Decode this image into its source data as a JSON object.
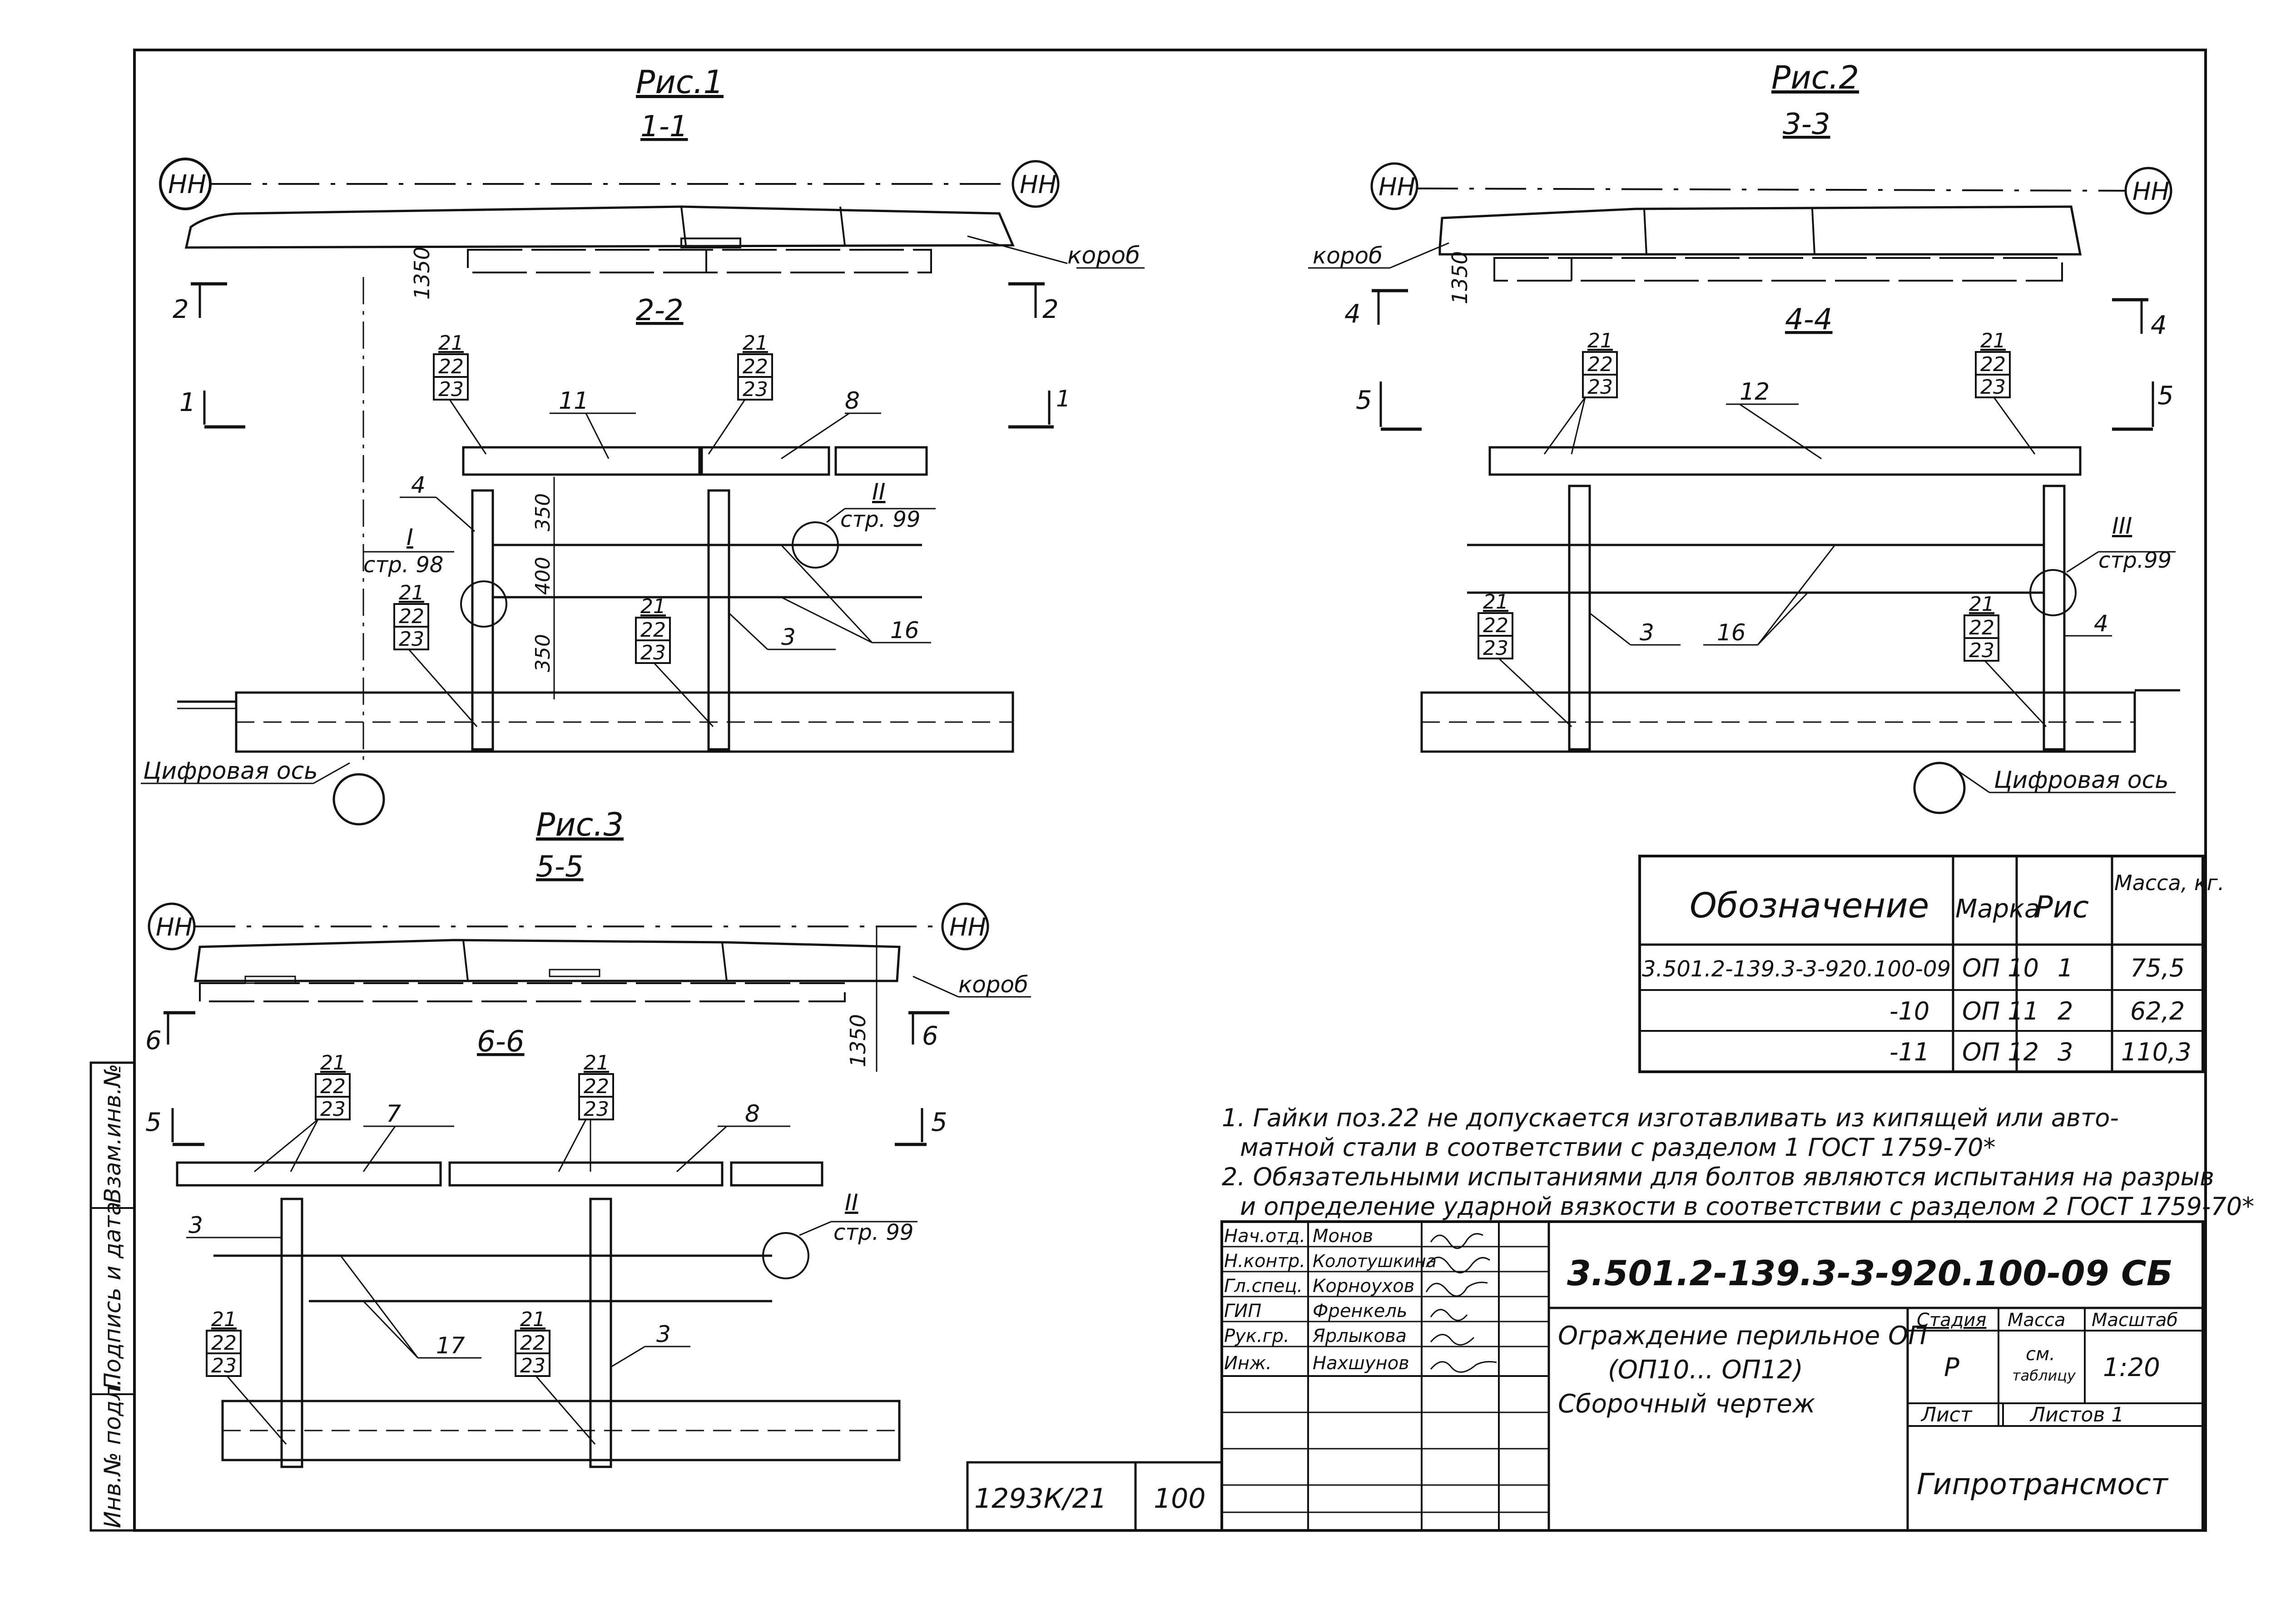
{
  "fig1": {
    "title": "Рис.1",
    "section_top": "1-1",
    "section_bottom": "2-2",
    "axis_left": "НН",
    "axis_right": "НН",
    "box_label": "короб",
    "dim_height": "1350",
    "cut_2_left": "2",
    "cut_2_right": "2",
    "cut_1_left": "1",
    "cut_1_right": "1",
    "pos_11": "11",
    "pos_8": "8",
    "pos_4": "4",
    "pos_3": "3",
    "pos_16": "16",
    "dim_350a": "350",
    "dim_400": "400",
    "dim_350b": "350",
    "detail_I": "I",
    "detail_I_page": "стр. 98",
    "detail_II": "II",
    "detail_II_page": "стр. 99",
    "axis_label": "Цифровая ось"
  },
  "fig2": {
    "title": "Рис.2",
    "section_top": "3-3",
    "section_bottom": "4-4",
    "axis_left": "НН",
    "axis_right": "НН",
    "box_label": "короб",
    "dim_height": "1350",
    "cut_4_left": "4",
    "cut_4_right": "4",
    "cut_5_left": "5",
    "cut_5_right": "5",
    "pos_12": "12",
    "pos_3": "3",
    "pos_4": "4",
    "pos_16": "16",
    "detail_III": "III",
    "detail_III_page": "стр.99",
    "axis_label": "Цифровая ось"
  },
  "fig3": {
    "title": "Рис.3",
    "section_top": "5-5",
    "section_bottom": "6-6",
    "axis_left": "НН",
    "axis_right": "НН",
    "box_label": "короб",
    "dim_height": "1350",
    "cut_6_left": "6",
    "cut_6_right": "6",
    "cut_5_left": "5",
    "cut_5_right": "5",
    "pos_7": "7",
    "pos_8": "8",
    "pos_3a": "3",
    "pos_3b": "3",
    "pos_17": "17",
    "detail_II": "II",
    "detail_II_page": "стр. 99"
  },
  "bolt_tag": [
    "21",
    "22",
    "23"
  ],
  "spec_table": {
    "headers": [
      "Обозначение",
      "Марка",
      "Рис",
      "Масса, кг."
    ],
    "rows": [
      [
        "3.501.2-139.3-3-920.100-09",
        "ОП 10",
        "1",
        "75,5"
      ],
      [
        "-10",
        "ОП 11",
        "2",
        "62,2"
      ],
      [
        "-11",
        "ОП 12",
        "3",
        "110,3"
      ]
    ]
  },
  "notes": [
    "1. Гайки поз.22 не допускается изготавливать из кипящей или авто-",
    "матной стали в соответствии с разделом 1 ГОСТ 1759-70*",
    "2. Обязательными испытаниями для болтов являются испытания на разрыв",
    "и определение ударной вязкости в соответствии с разделом 2 ГОСТ 1759-70*"
  ],
  "title_block": {
    "document_code": "3.501.2-139.3-3-920.100-09 СБ",
    "name_line1": "Ограждение перильное ОП",
    "name_line2": "(ОП10... ОП12)",
    "name_line3": "Сборочный чертеж",
    "stage_label": "Стадия",
    "mass_label": "Масса",
    "scale_label": "Масштаб",
    "stage_value": "Р",
    "mass_value_1": "см.",
    "mass_value_2": "таблицу",
    "scale_value": "1:20",
    "sheet_label": "Лист",
    "sheets_label": "Листов 1",
    "organization": "Гипротрансмост",
    "staff": [
      [
        "Нач.отд.",
        "Монов"
      ],
      [
        "Н.контр.",
        "Колотушкина"
      ],
      [
        "Гл.спец.",
        "Корноухов"
      ],
      [
        "ГИП",
        "Френкель"
      ],
      [
        "Рук.гр.",
        "Ярлыкова"
      ],
      [
        "Инж.",
        "Нахшунов"
      ]
    ]
  },
  "side_stamp": [
    "Инв.№ подл.",
    "Подпись и дата",
    "Взам.инв.№"
  ],
  "archive_number": "1293К/21",
  "page_number": "100"
}
